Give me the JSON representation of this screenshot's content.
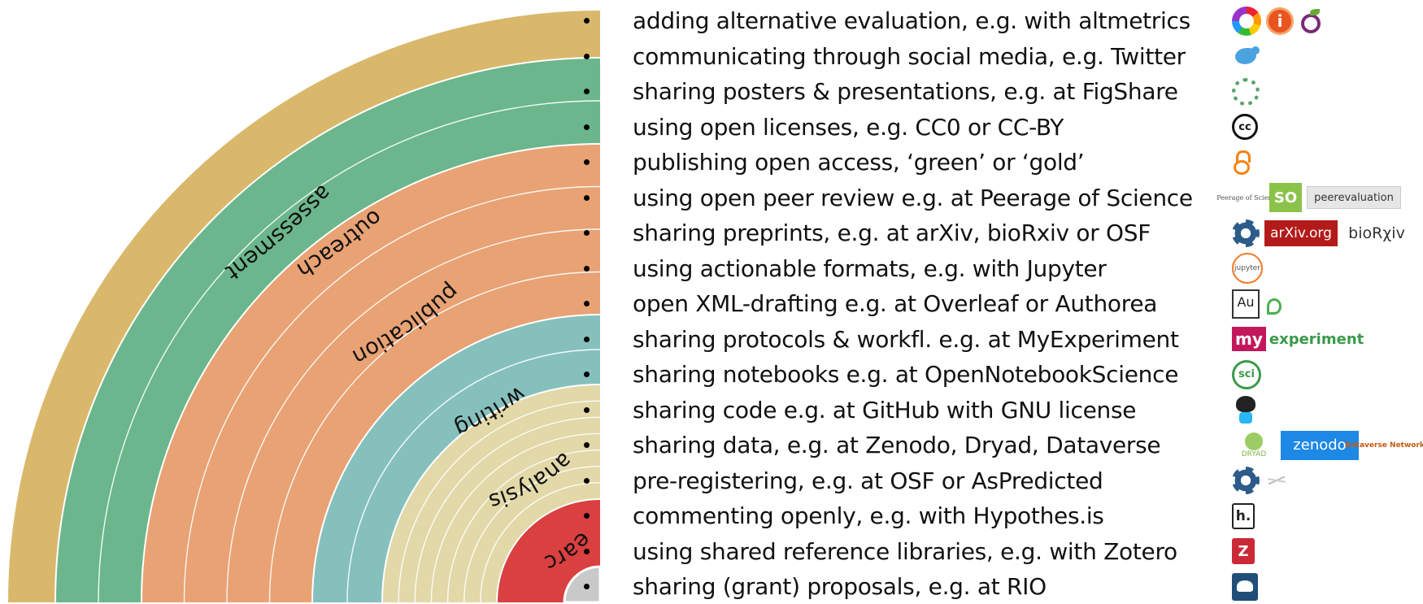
{
  "diagram": {
    "bands": [
      {
        "label": "assessment",
        "color": "#d9b86c",
        "rings": 1
      },
      {
        "label": "outreach",
        "color": "#6bb68c",
        "rings": 2
      },
      {
        "label": "publication",
        "color": "#e8a274",
        "rings": 4
      },
      {
        "label": "writing",
        "color": "#86c0bd",
        "rings": 2
      },
      {
        "label": "analysis",
        "color": "#e2d8a8",
        "rings": 7
      },
      {
        "label": "search",
        "color": "#d9403f",
        "rings": 1
      }
    ],
    "core_color": "#c9c9c9"
  },
  "practices": [
    {
      "text": "adding alternative evaluation, e.g. with altmetrics",
      "icons": [
        "altmetric-donut-icon",
        "impactstory-info-icon",
        "plumx-fruit-icon"
      ]
    },
    {
      "text": "communicating through social media, e.g. Twitter",
      "icons": [
        "twitter-bird-icon"
      ]
    },
    {
      "text": "sharing posters & presentations, e.g. at FigShare",
      "icons": [
        "figshare-icon"
      ]
    },
    {
      "text": "using open licenses, e.g. CC0 or CC-BY",
      "icons": [
        "creative-commons-icon"
      ]
    },
    {
      "text": "publishing open access, ‘green’ or ‘gold’",
      "icons": [
        "open-access-lock-icon"
      ]
    },
    {
      "text": "using open peer review e.g. at Peerage of Science",
      "icons": [
        "peerage-of-science-logo",
        "so-logo",
        "peerevaluation-logo"
      ]
    },
    {
      "text": "sharing preprints, e.g. at arXiv, bioRxiv or OSF",
      "icons": [
        "osf-flower-icon",
        "arxiv-logo",
        "biorxiv-logo"
      ]
    },
    {
      "text": "using actionable formats, e.g. with Jupyter",
      "icons": [
        "jupyter-icon"
      ]
    },
    {
      "text": "open XML-drafting e.g. at Overleaf or Authorea",
      "icons": [
        "authorea-au-icon",
        "overleaf-leaf-icon"
      ]
    },
    {
      "text": "sharing protocols & workfl. e.g. at MyExperiment",
      "icons": [
        "myexperiment-logo"
      ]
    },
    {
      "text": "sharing notebooks e.g. at OpenNotebookScience",
      "icons": [
        "open-notebook-science-icon"
      ]
    },
    {
      "text": "sharing code e.g. at GitHub with GNU license",
      "icons": [
        "github-octocat-icon"
      ]
    },
    {
      "text": "sharing data, e.g. at Zenodo, Dryad, Dataverse",
      "icons": [
        "dryad-logo",
        "zenodo-logo",
        "dataverse-logo"
      ]
    },
    {
      "text": "pre-registering, e.g. at OSF or AsPredicted",
      "icons": [
        "osf-flower-icon",
        "aspredicted-icon"
      ]
    },
    {
      "text": "commenting openly, e.g. with Hypothes.is",
      "icons": [
        "hypothesis-h-icon"
      ]
    },
    {
      "text": "using shared reference libraries, e.g. with Zotero",
      "icons": [
        "zotero-z-icon"
      ]
    },
    {
      "text": "sharing (grant) proposals, e.g. at RIO",
      "icons": [
        "rio-elephant-icon"
      ]
    }
  ],
  "logo_text": {
    "impactstory": "i",
    "cc": "cc",
    "peerage": "Peerage of Science",
    "so": "SO",
    "peerevaluation": "peerevaluation",
    "arxiv": "arXiv.org",
    "biorxiv": "bioRχiv",
    "jupyter": "jupyter",
    "authorea": "Au",
    "myexperiment_my": "my",
    "myexperiment_rest": "experiment",
    "ons": "sci",
    "dryad": "DRYAD",
    "zenodo": "zenodo",
    "dataverse": "Dataverse Network",
    "hypothesis": "h.",
    "zotero": "Z"
  }
}
